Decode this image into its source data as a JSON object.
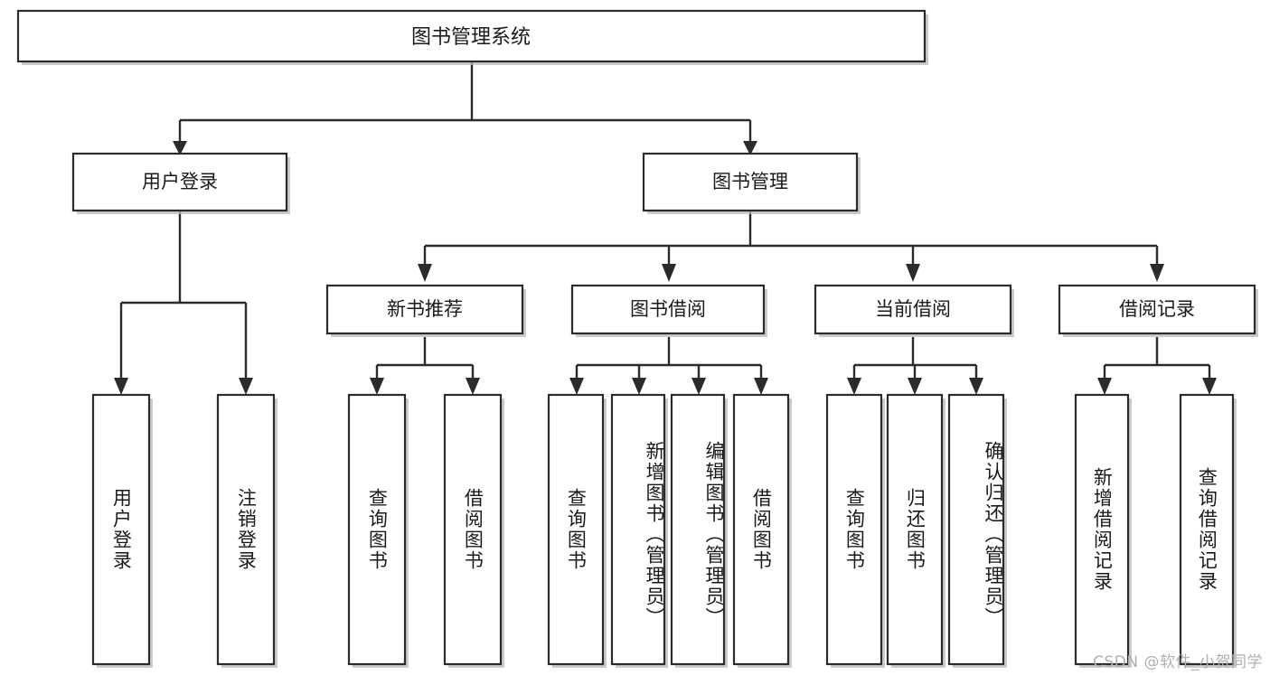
{
  "diagram": {
    "title": "图书管理系统",
    "type": "hierarchy-tree",
    "watermark": "CSDN @软件_小贺同学",
    "nodes": {
      "root": {
        "label": "图书管理系统",
        "level": 0
      },
      "level1": [
        {
          "id": "user-login",
          "label": "用户登录"
        },
        {
          "id": "book-manage",
          "label": "图书管理"
        }
      ],
      "level2": [
        {
          "id": "new-book-recommend",
          "label": "新书推荐",
          "parent": "book-manage"
        },
        {
          "id": "book-borrow",
          "label": "图书借阅",
          "parent": "book-manage"
        },
        {
          "id": "current-borrow",
          "label": "当前借阅",
          "parent": "book-manage"
        },
        {
          "id": "borrow-record",
          "label": "借阅记录",
          "parent": "book-manage"
        }
      ],
      "leaves": [
        {
          "id": "leaf-user-login",
          "label": "用户登录",
          "parent": "user-login"
        },
        {
          "id": "leaf-logout",
          "label": "注销登录",
          "parent": "user-login"
        },
        {
          "id": "leaf-query-book-1",
          "label": "查询图书",
          "parent": "new-book-recommend"
        },
        {
          "id": "leaf-borrow-book-1",
          "label": "借阅图书",
          "parent": "new-book-recommend"
        },
        {
          "id": "leaf-query-book-2",
          "label": "查询图书",
          "parent": "book-borrow"
        },
        {
          "id": "leaf-add-book",
          "label": "新增图书（管理员）",
          "parent": "book-borrow"
        },
        {
          "id": "leaf-edit-book",
          "label": "编辑图书（管理员）",
          "parent": "book-borrow"
        },
        {
          "id": "leaf-borrow-book-2",
          "label": "借阅图书",
          "parent": "book-borrow"
        },
        {
          "id": "leaf-query-book-3",
          "label": "查询图书",
          "parent": "current-borrow"
        },
        {
          "id": "leaf-return-book",
          "label": "归还图书",
          "parent": "current-borrow"
        },
        {
          "id": "leaf-confirm-return",
          "label": "确认归还（管理员）",
          "parent": "current-borrow"
        },
        {
          "id": "leaf-add-record",
          "label": "新增借阅记录",
          "parent": "borrow-record"
        },
        {
          "id": "leaf-query-record",
          "label": "查询借阅记录",
          "parent": "borrow-record"
        }
      ]
    },
    "colors": {
      "stroke": "#2b2b2b",
      "fill": "#ffffff",
      "text": "#1a1a1a",
      "watermark": "#b0b0b0",
      "shadow": "#b9b9b9"
    }
  }
}
